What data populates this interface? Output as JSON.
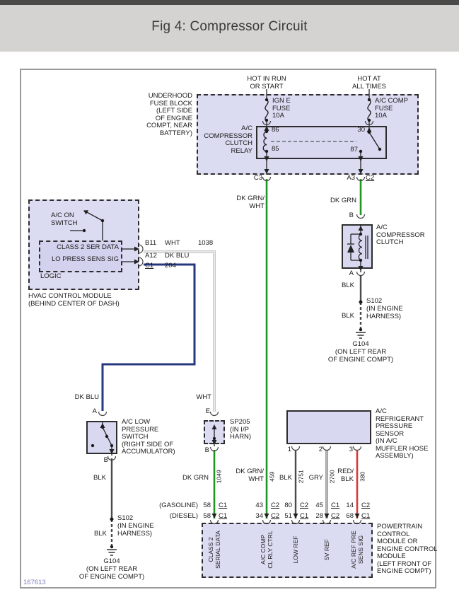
{
  "title": "Fig 4: Compressor Circuit",
  "diagram_id": "167613",
  "power": {
    "left": "HOT IN RUN\nOR START",
    "right": "HOT AT\nALL TIMES"
  },
  "fuse_block": {
    "label": "UNDERHOOD\nFUSE BLOCK\n(LEFT SIDE\nOF ENGINE\nCOMPT, NEAR\nBATTERY)",
    "ign_fuse": "IGN E\nFUSE\n10A",
    "ac_fuse": "A/C COMP\nFUSE\n10A",
    "relay": "A/C\nCOMPRESSOR\nCLUTCH\nRELAY",
    "pin_86": "86",
    "pin_85": "85",
    "pin_30": "30",
    "pin_87": "87",
    "conn_c3": "C3",
    "pin_a3": "A3",
    "conn_c2": "C2"
  },
  "relay_out": {
    "left_wire": "DK GRN/\nWHT",
    "right_wire": "DK GRN"
  },
  "hvac": {
    "switch": "A/C ON\nSWITCH",
    "sig1": "CLASS 2 SER DATA",
    "sig2": "LO PRESS SENS SIG",
    "logic": "LOGIC",
    "pin_b11": "B11",
    "wire_wht": "WHT",
    "ckt_1038": "1038",
    "pin_a12": "A12",
    "wire_dkblu": "DK BLU",
    "conn_c1": "C1",
    "ckt_204": "204",
    "label": "HVAC CONTROL MODULE\n(BEHIND CENTER OF DASH)"
  },
  "clutch": {
    "pin_b": "B",
    "pin_a": "A",
    "label": "A/C\nCOMPRESSOR\nCLUTCH"
  },
  "lps": {
    "pin_a": "A",
    "pin_b": "B",
    "wire": "DK BLU",
    "label": "A/C LOW\nPRESSURE\nSWITCH\n(RIGHT SIDE OF\nACCUMULATOR)"
  },
  "sp205": {
    "pin_e": "E",
    "pin_b": "B",
    "wire": "WHT",
    "label": "SP205\n(IN I/P\nHARN)"
  },
  "sensor": {
    "pin_1": "1",
    "pin_2": "2",
    "pin_3": "3",
    "label": "A/C\nREFRIGERANT\nPRESSURE\nSENSOR\n(IN A/C\nMUFFLER HOSE\nASSEMBLY)"
  },
  "ground_chain": {
    "wire": "BLK",
    "splice": "S102",
    "splice_loc": "(IN ENGINE\nHARNESS)",
    "ground": "G104",
    "ground_loc": "(ON LEFT REAR\nOF ENGINE COMPT)"
  },
  "rows": {
    "gasoline": "(GASOLINE)",
    "diesel": "(DIESEL)"
  },
  "wires": [
    {
      "color": "DK GRN",
      "circuit": "1049",
      "gas_pin": "58",
      "gas_conn": "C1",
      "dsl_pin": "58",
      "dsl_conn": "C1",
      "pcm": "CLASS 2\nSERIAL DATA"
    },
    {
      "color": "DK GRN/\nWHT",
      "circuit": "459",
      "gas_pin": "43",
      "gas_conn": "C2",
      "dsl_pin": "34",
      "dsl_conn": "C2",
      "pcm": "A/C COMP\nCL RLY CTRL"
    },
    {
      "color": "BLK",
      "circuit": "2751",
      "gas_pin": "80",
      "gas_conn": "C2",
      "dsl_pin": "51",
      "dsl_conn": "C1",
      "pcm": "LOW REF"
    },
    {
      "color": "GRY",
      "circuit": "2700",
      "gas_pin": "45",
      "gas_conn": "C1",
      "dsl_pin": "28",
      "dsl_conn": "C2",
      "pcm": "5V REF"
    },
    {
      "color": "RED/\nBLK",
      "circuit": "380",
      "gas_pin": "14",
      "gas_conn": "C2",
      "dsl_pin": "68",
      "dsl_conn": "C1",
      "pcm": "A/C REF PRE\nSENS SIG"
    }
  ],
  "pcm": {
    "label": "POWERTRAIN\nCONTROL\nMODULE OR\nENGINE CONTROL\nMODULE\n(LEFT FRONT OF\nENGINE COMPT)"
  },
  "colors": {
    "dk_grn": "#229622",
    "dk_blu": "#25377f",
    "blk": "#4a4a4a",
    "gry": "#b5b5b5",
    "wht": "#e7e7e7",
    "wht_edge": "#c4c4c4",
    "red_blk": "#d83a3a",
    "module_fill": "#dbdbf2",
    "symbol": "#222222"
  }
}
